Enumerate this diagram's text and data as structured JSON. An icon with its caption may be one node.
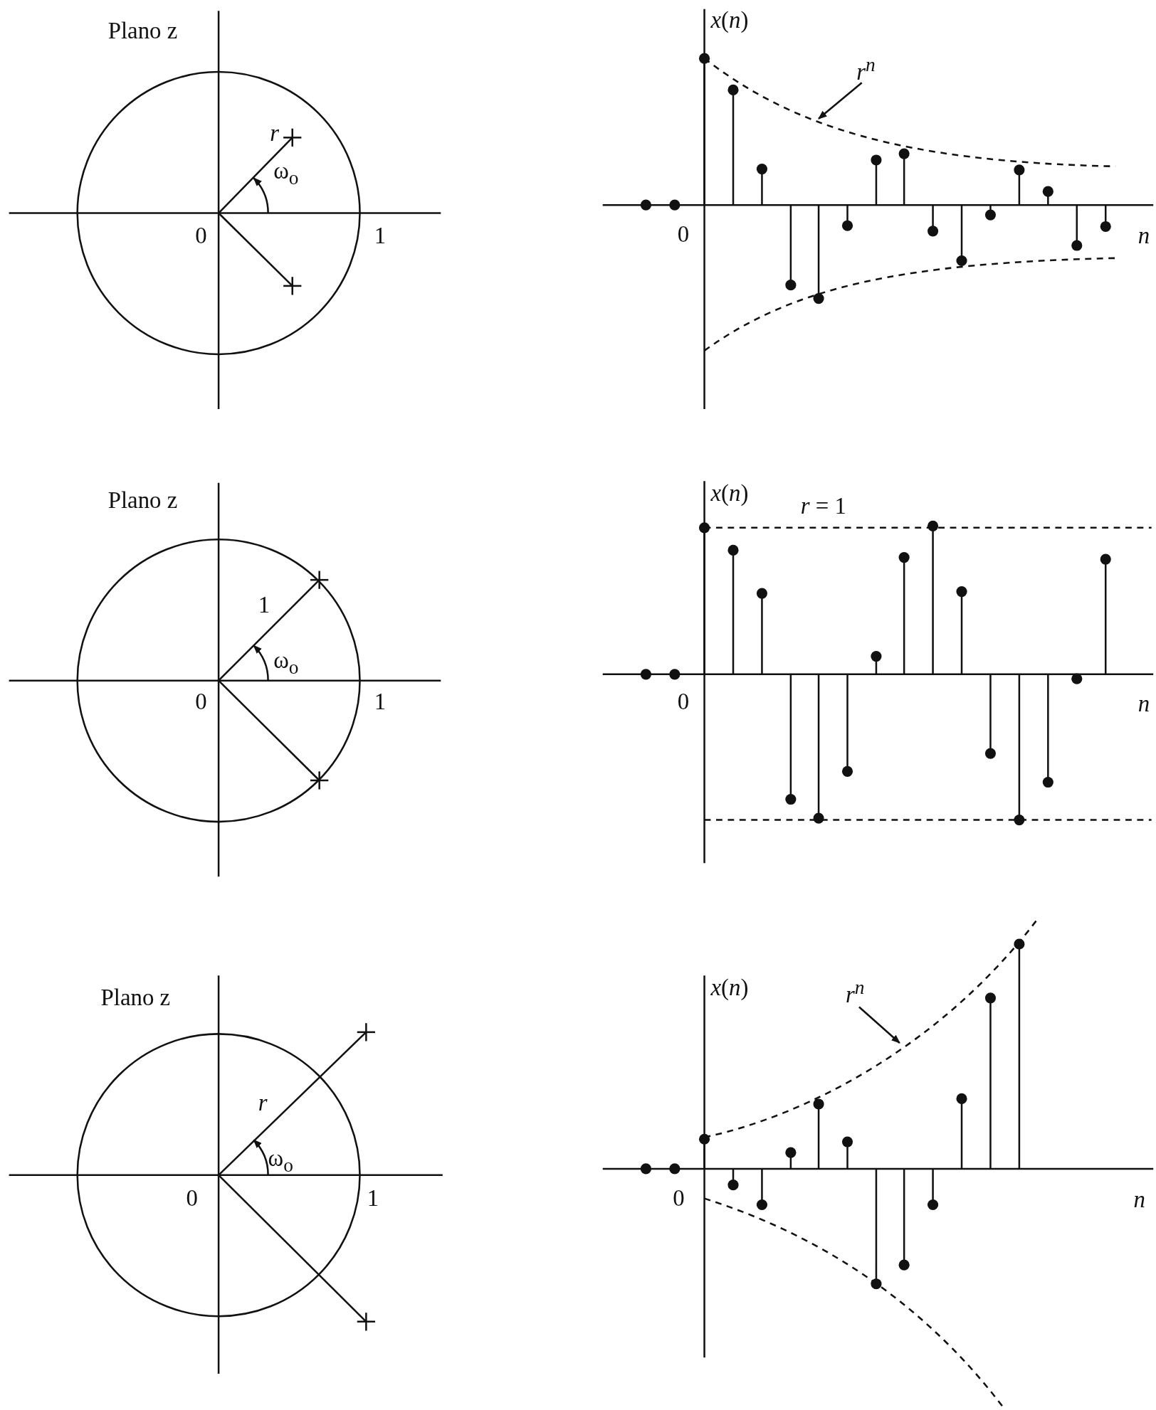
{
  "diagram": {
    "nodes": [
      {
        "text": [
          "r$^{n}$"
        ]
      },
      {
        "text": [
          "r$^{n}$"
        ]
      }
    ],
    "edges": [
      {
        "from": 0,
        "to": null,
        "arrow": "to"
      },
      {
        "from": 1,
        "to": null,
        "arrow": "to"
      }
    ],
    "labels": [
      "Plano z",
      "r",
      "ω$_{o}$",
      "0",
      "1",
      "*x*(*n*)",
      "0",
      "n",
      "Plano z",
      "1",
      "ω$_{o}$",
      "0",
      "1",
      "*x*(*n*)",
      "*r* = 1",
      "0",
      "n",
      "Plano z",
      "r",
      "ω$_{o}$",
      "0",
      "1",
      "*x*(*n*)",
      "0",
      "n"
    ]
  }
}
